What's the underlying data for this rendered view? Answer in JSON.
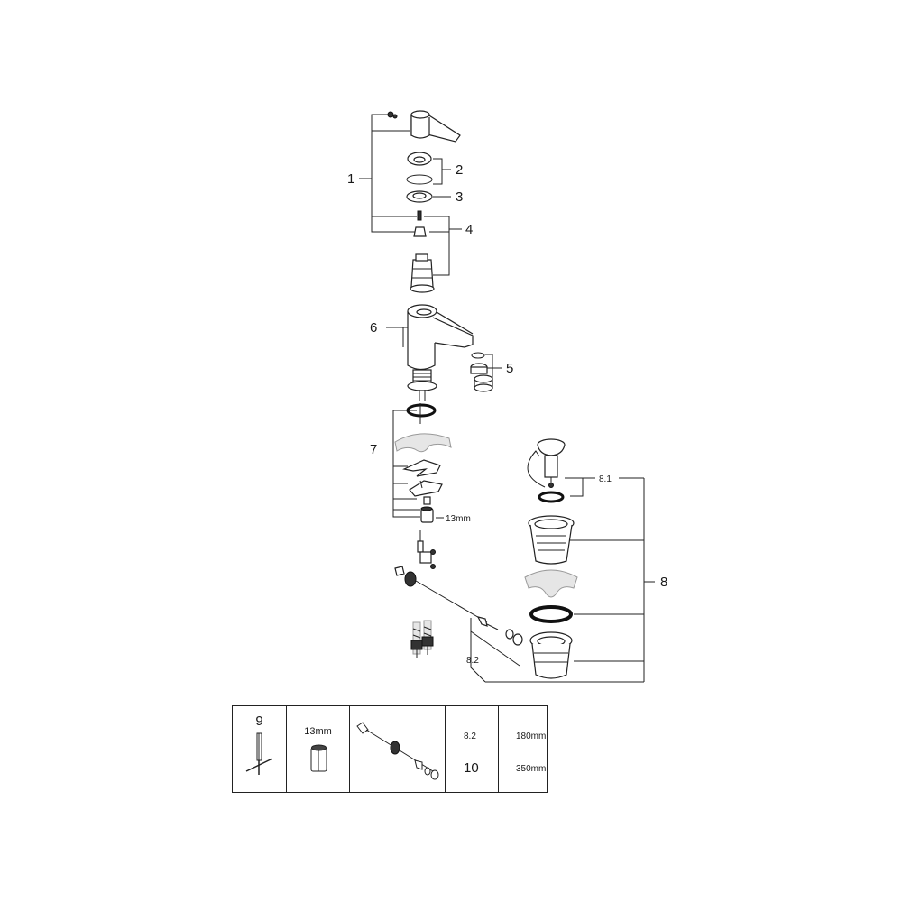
{
  "callouts": {
    "c1": "1",
    "c2": "2",
    "c3": "3",
    "c4": "4",
    "c5": "5",
    "c6": "6",
    "c7": "7",
    "c8": "8",
    "c8_1": "8.1",
    "c8_2": "8.2",
    "wrench": "13mm"
  },
  "table": {
    "tool_number": "9",
    "wrench_size": "13mm",
    "rows": [
      {
        "label": "8.2",
        "length": "180mm"
      },
      {
        "label": "10",
        "length": "350mm"
      }
    ]
  }
}
